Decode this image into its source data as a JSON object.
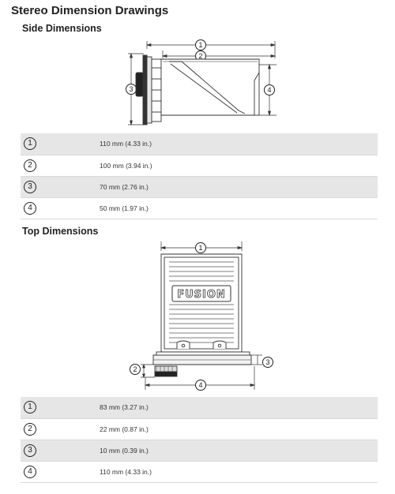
{
  "page": {
    "title": "Stereo Dimension Drawings"
  },
  "side": {
    "title": "Side Dimensions",
    "rows": [
      {
        "num": "1",
        "value": "110 mm (4.33 in.)"
      },
      {
        "num": "2",
        "value": "100 mm (3.94 in.)"
      },
      {
        "num": "3",
        "value": "70 mm (2.76 in.)"
      },
      {
        "num": "4",
        "value": "50 mm (1.97 in.)"
      }
    ]
  },
  "top": {
    "title": "Top Dimensions",
    "logo": "FUSION",
    "rows": [
      {
        "num": "1",
        "value": "83 mm (3.27 in.)"
      },
      {
        "num": "2",
        "value": "22 mm (0.87 in.)"
      },
      {
        "num": "3",
        "value": "10 mm (0.39 in.)"
      },
      {
        "num": "4",
        "value": "110 mm (4.33 in.)"
      }
    ]
  }
}
